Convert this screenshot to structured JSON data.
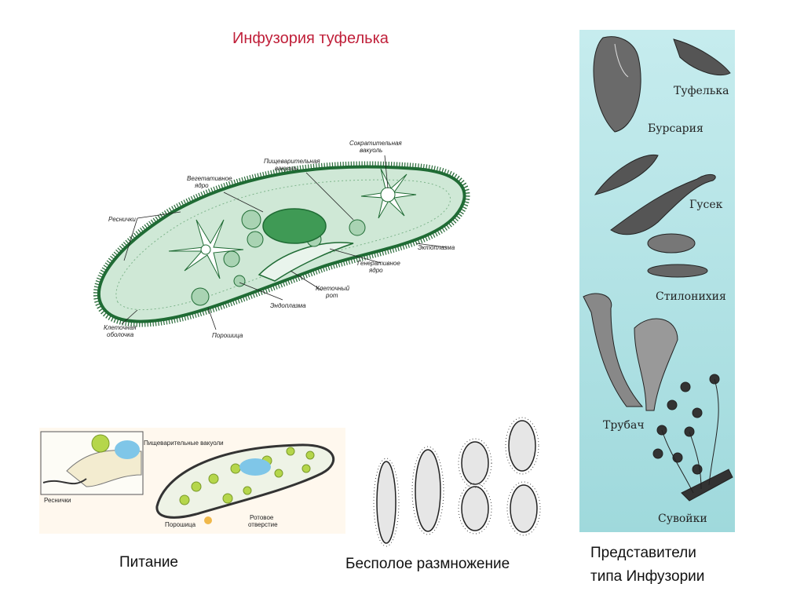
{
  "title": "Инфузория туфелька",
  "diagram_labels": {
    "contractile_vacuole": [
      "Сократительная",
      "вакуоль"
    ],
    "digestive_vacuole": [
      "Пищеварительная",
      "вакуоль"
    ],
    "vegetative_nucleus": [
      "Вегетативное",
      "ядро"
    ],
    "cilia": "Реснички",
    "ectoplasm": "Эктоплазма",
    "generative_nucleus": [
      "Генеративное",
      "ядро"
    ],
    "cell_mouth": [
      "Клеточный",
      "рот"
    ],
    "endoplasm": "Эндоплазма",
    "cell_membrane": [
      "Клеточная",
      "оболочка"
    ],
    "anal_pore": "Порошица"
  },
  "nutrition_labels": {
    "digestive_vacuoles": "Пищеварительные вакуоли",
    "cilia": "Реснички",
    "anal_pore": "Порошица",
    "mouth_opening": [
      "Ротовое",
      "отверстие"
    ]
  },
  "representatives": {
    "shoe": "Туфелька",
    "bursaria": "Бурсария",
    "gusek": "Гусек",
    "stylonychia": "Стилонихия",
    "trumpet": "Трубач",
    "suvoyki": "Сувойки"
  },
  "captions": {
    "nutrition": "Питание",
    "reproduction": "Бесполое размножение",
    "representatives_line1": "Представители",
    "representatives_line2": "типа Инфузории"
  },
  "colors": {
    "title": "#c0203a",
    "cell_fill": "#cfe8d6",
    "cell_outline": "#1f6b34",
    "nucleus": "#3f9a55",
    "panel_bg": "#aee0e2"
  }
}
